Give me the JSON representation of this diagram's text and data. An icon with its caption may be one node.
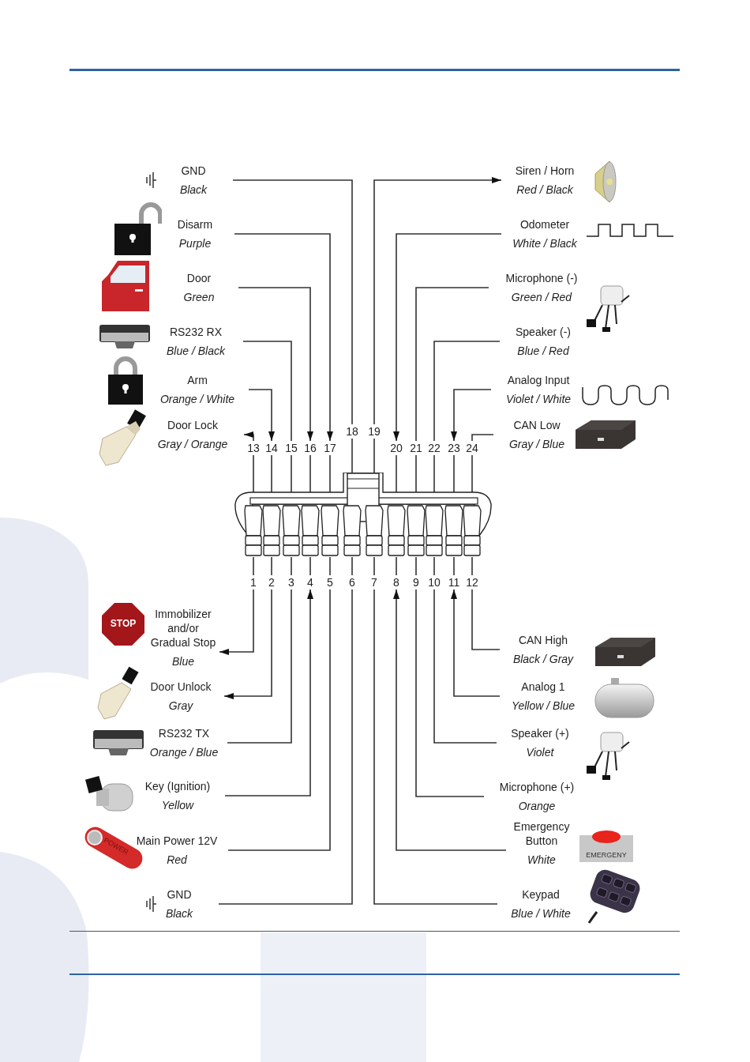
{
  "diagram": {
    "nodes": [
      {
        "text": [
          "GND",
          "Black"
        ]
      },
      {
        "text": [
          "Disarm",
          "Purple"
        ]
      },
      {
        "text": [
          "Door",
          "Green"
        ]
      },
      {
        "text": [
          "RS232 RX",
          "Blue / Black"
        ]
      },
      {
        "text": [
          "Arm",
          "Orange / White"
        ]
      },
      {
        "text": [
          "Door Lock",
          "Gray / Orange"
        ]
      },
      {
        "text": [
          "Siren / Horn",
          "Red / Black"
        ]
      },
      {
        "text": [
          "Odometer",
          "White / Black"
        ]
      },
      {
        "text": [
          "Microphone (-)",
          "Green / Red"
        ]
      },
      {
        "text": [
          "Speaker (-)",
          "Blue / Red"
        ]
      },
      {
        "text": [
          "Analog Input",
          "Violet / White"
        ]
      },
      {
        "text": [
          "CAN Low",
          "Gray / Blue"
        ]
      },
      {
        "text": [],
        "shape": "connector"
      },
      {
        "text": [
          "1"
        ]
      },
      {
        "text": [
          "2"
        ]
      },
      {
        "text": [
          "3"
        ]
      },
      {
        "text": [
          "4"
        ]
      },
      {
        "text": [
          "5"
        ]
      },
      {
        "text": [
          "6"
        ]
      },
      {
        "text": [
          "7"
        ]
      },
      {
        "text": [
          "8"
        ]
      },
      {
        "text": [
          "9"
        ]
      },
      {
        "text": [
          "10"
        ]
      },
      {
        "text": [
          "11"
        ]
      },
      {
        "text": [
          "12"
        ]
      },
      {
        "text": [
          "13"
        ]
      },
      {
        "text": [
          "14"
        ]
      },
      {
        "text": [
          "15"
        ]
      },
      {
        "text": [
          "16"
        ]
      },
      {
        "text": [
          "17"
        ]
      },
      {
        "text": [
          "18"
        ]
      },
      {
        "text": [
          "19"
        ]
      },
      {
        "text": [
          "20"
        ]
      },
      {
        "text": [
          "21"
        ]
      },
      {
        "text": [
          "22"
        ]
      },
      {
        "text": [
          "23"
        ]
      },
      {
        "text": [
          "24"
        ]
      },
      {
        "text": [
          "Immobilizer and/or Gradual Stop",
          "Blue"
        ]
      },
      {
        "text": [
          "Door Unlock",
          "Gray"
        ]
      },
      {
        "text": [
          "RS232 TX",
          "Orange / Blue"
        ]
      },
      {
        "text": [
          "Key (Ignition)",
          "Yellow"
        ]
      },
      {
        "text": [
          "Main Power 12V",
          "Red"
        ]
      },
      {
        "text": [
          "GND",
          "Black"
        ]
      },
      {
        "text": [
          "CAN High",
          "Black / Gray"
        ]
      },
      {
        "text": [
          "Analog 1",
          "Yellow / Blue"
        ]
      },
      {
        "text": [
          "Speaker (+)",
          "Violet"
        ]
      },
      {
        "text": [
          "Microphone (+)",
          "Orange"
        ]
      },
      {
        "text": [
          "Emergency Button",
          "White"
        ]
      },
      {
        "text": [
          "Keypad",
          "Blue / White"
        ]
      }
    ],
    "edges": [
      {
        "from": 30,
        "to": 0,
        "arrow": "none"
      },
      {
        "from": 1,
        "to": 29,
        "arrow": "to"
      },
      {
        "from": 2,
        "to": 28,
        "arrow": "to"
      },
      {
        "from": 27,
        "to": 3,
        "arrow": "none"
      },
      {
        "from": 4,
        "to": 26,
        "arrow": "to"
      },
      {
        "from": 25,
        "to": 5,
        "arrow": "to"
      },
      {
        "from": 31,
        "to": 6,
        "arrow": "to"
      },
      {
        "from": 7,
        "to": 32,
        "arrow": "to"
      },
      {
        "from": 33,
        "to": 8,
        "arrow": "none"
      },
      {
        "from": 34,
        "to": 9,
        "arrow": "none"
      },
      {
        "from": 10,
        "to": 35,
        "arrow": "to"
      },
      {
        "from": 36,
        "to": 11,
        "arrow": "none"
      },
      {
        "from": 13,
        "to": 37,
        "arrow": "to"
      },
      {
        "from": 14,
        "to": 38,
        "arrow": "to"
      },
      {
        "from": 15,
        "to": 39,
        "arrow": "none"
      },
      {
        "from": 40,
        "to": 16,
        "arrow": "to"
      },
      {
        "from": 17,
        "to": 41,
        "arrow": "none"
      },
      {
        "from": 18,
        "to": 42,
        "arrow": "none"
      },
      {
        "from": 24,
        "to": 43,
        "arrow": "none"
      },
      {
        "from": 44,
        "to": 23,
        "arrow": "to"
      },
      {
        "from": 22,
        "to": 45,
        "arrow": "none"
      },
      {
        "from": 21,
        "to": 46,
        "arrow": "none"
      },
      {
        "from": 47,
        "to": 20,
        "arrow": "to"
      },
      {
        "from": 19,
        "to": 48,
        "arrow": "none"
      },
      {
        "from": 13,
        "to": 12,
        "arrow": "none"
      },
      {
        "from": 14,
        "to": 12,
        "arrow": "none"
      },
      {
        "from": 15,
        "to": 12,
        "arrow": "none"
      },
      {
        "from": 16,
        "to": 12,
        "arrow": "none"
      },
      {
        "from": 17,
        "to": 12,
        "arrow": "none"
      },
      {
        "from": 18,
        "to": 12,
        "arrow": "none"
      },
      {
        "from": 19,
        "to": 12,
        "arrow": "none"
      },
      {
        "from": 20,
        "to": 12,
        "arrow": "none"
      },
      {
        "from": 21,
        "to": 12,
        "arrow": "none"
      },
      {
        "from": 22,
        "to": 12,
        "arrow": "none"
      },
      {
        "from": 23,
        "to": 12,
        "arrow": "none"
      },
      {
        "from": 24,
        "to": 12,
        "arrow": "none"
      },
      {
        "from": 25,
        "to": 12,
        "arrow": "none"
      },
      {
        "from": 26,
        "to": 12,
        "arrow": "none"
      },
      {
        "from": 27,
        "to": 12,
        "arrow": "none"
      },
      {
        "from": 28,
        "to": 12,
        "arrow": "none"
      },
      {
        "from": 29,
        "to": 12,
        "arrow": "none"
      },
      {
        "from": 30,
        "to": 12,
        "arrow": "none"
      },
      {
        "from": 31,
        "to": 12,
        "arrow": "none"
      },
      {
        "from": 32,
        "to": 12,
        "arrow": "none"
      },
      {
        "from": 33,
        "to": 12,
        "arrow": "none"
      },
      {
        "from": 34,
        "to": 12,
        "arrow": "none"
      },
      {
        "from": 35,
        "to": 12,
        "arrow": "none"
      },
      {
        "from": 36,
        "to": 12,
        "arrow": "none"
      }
    ],
    "labels": [
      "STOP",
      "POWER",
      "EMERGENY"
    ]
  }
}
